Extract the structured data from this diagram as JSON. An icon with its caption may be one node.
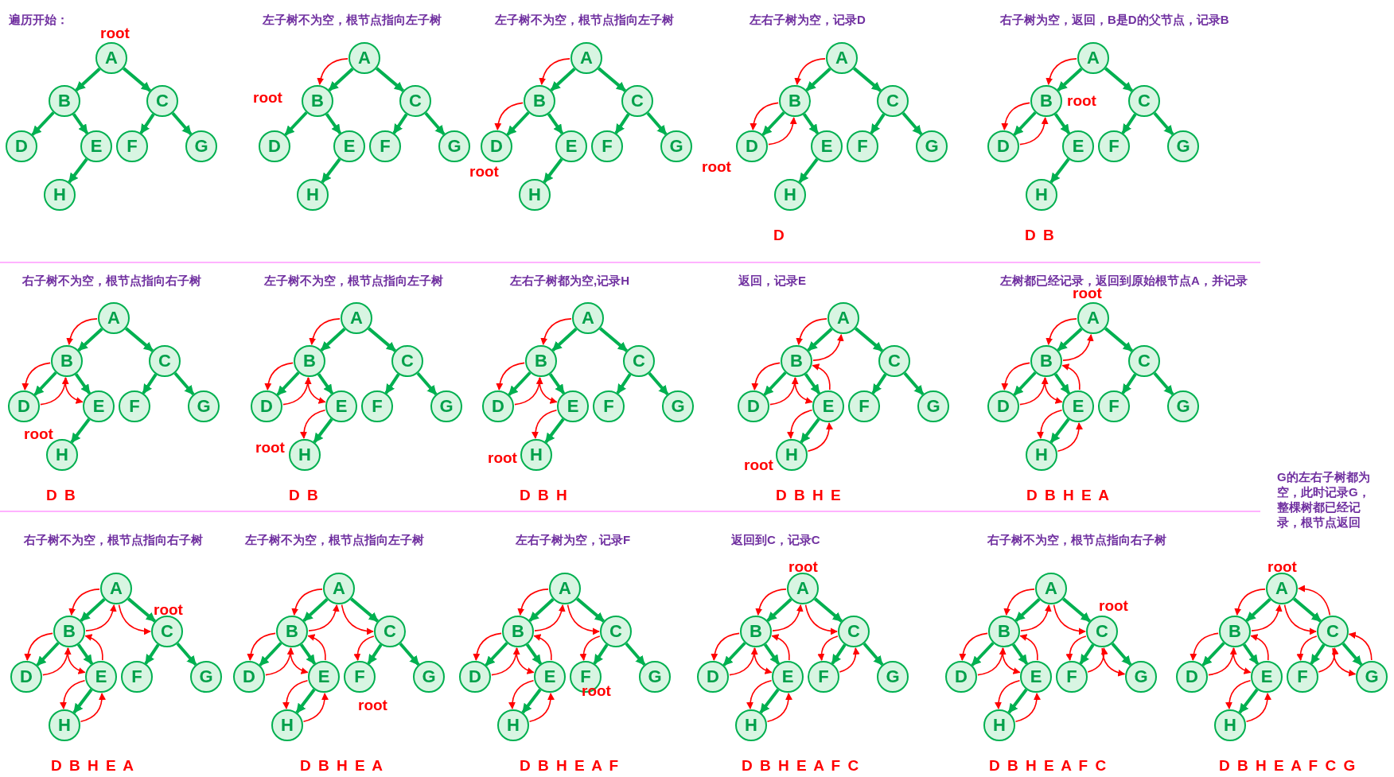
{
  "diagram": {
    "nodes": [
      {
        "text": [
          "A"
        ]
      },
      {
        "text": [
          "B"
        ]
      },
      {
        "text": [
          "C"
        ]
      },
      {
        "text": [
          "D"
        ]
      },
      {
        "text": [
          "E"
        ]
      },
      {
        "text": [
          "F"
        ]
      },
      {
        "text": [
          "G"
        ]
      },
      {
        "text": [
          "H"
        ]
      },
      {
        "text": [
          "A"
        ]
      },
      {
        "text": [
          "B"
        ]
      },
      {
        "text": [
          "C"
        ]
      },
      {
        "text": [
          "D"
        ]
      },
      {
        "text": [
          "E"
        ]
      },
      {
        "text": [
          "F"
        ]
      },
      {
        "text": [
          "G"
        ]
      },
      {
        "text": [
          "H"
        ]
      },
      {
        "text": [
          "A"
        ]
      },
      {
        "text": [
          "B"
        ]
      },
      {
        "text": [
          "C"
        ]
      },
      {
        "text": [
          "D"
        ]
      },
      {
        "text": [
          "E"
        ]
      },
      {
        "text": [
          "F"
        ]
      },
      {
        "text": [
          "G"
        ]
      },
      {
        "text": [
          "H"
        ]
      },
      {
        "text": [
          "A"
        ]
      },
      {
        "text": [
          "B"
        ]
      },
      {
        "text": [
          "C"
        ]
      },
      {
        "text": [
          "D"
        ]
      },
      {
        "text": [
          "E"
        ]
      },
      {
        "text": [
          "F"
        ]
      },
      {
        "text": [
          "G"
        ]
      },
      {
        "text": [
          "H"
        ]
      },
      {
        "text": [
          "A"
        ]
      },
      {
        "text": [
          "B"
        ]
      },
      {
        "text": [
          "C"
        ]
      },
      {
        "text": [
          "D"
        ]
      },
      {
        "text": [
          "E"
        ]
      },
      {
        "text": [
          "F"
        ]
      },
      {
        "text": [
          "G"
        ]
      },
      {
        "text": [
          "H"
        ]
      },
      {
        "text": [
          "A"
        ]
      },
      {
        "text": [
          "B"
        ]
      },
      {
        "text": [
          "C"
        ]
      },
      {
        "text": [
          "D"
        ]
      },
      {
        "text": [
          "E"
        ]
      },
      {
        "text": [
          "F"
        ]
      },
      {
        "text": [
          "G"
        ]
      },
      {
        "text": [
          "H"
        ]
      },
      {
        "text": [
          "A"
        ]
      },
      {
        "text": [
          "B"
        ]
      },
      {
        "text": [
          "C"
        ]
      },
      {
        "text": [
          "D"
        ]
      },
      {
        "text": [
          "E"
        ]
      },
      {
        "text": [
          "F"
        ]
      },
      {
        "text": [
          "G"
        ]
      },
      {
        "text": [
          "H"
        ]
      },
      {
        "text": [
          "A"
        ]
      },
      {
        "text": [
          "B"
        ]
      },
      {
        "text": [
          "C"
        ]
      },
      {
        "text": [
          "D"
        ]
      },
      {
        "text": [
          "E"
        ]
      },
      {
        "text": [
          "F"
        ]
      },
      {
        "text": [
          "G"
        ]
      },
      {
        "text": [
          "H"
        ]
      },
      {
        "text": [
          "A"
        ]
      },
      {
        "text": [
          "B"
        ]
      },
      {
        "text": [
          "C"
        ]
      },
      {
        "text": [
          "D"
        ]
      },
      {
        "text": [
          "E"
        ]
      },
      {
        "text": [
          "F"
        ]
      },
      {
        "text": [
          "G"
        ]
      },
      {
        "text": [
          "H"
        ]
      },
      {
        "text": [
          "A"
        ]
      },
      {
        "text": [
          "B"
        ]
      },
      {
        "text": [
          "C"
        ]
      },
      {
        "text": [
          "D"
        ]
      },
      {
        "text": [
          "E"
        ]
      },
      {
        "text": [
          "F"
        ]
      },
      {
        "text": [
          "G"
        ]
      },
      {
        "text": [
          "H"
        ]
      },
      {
        "text": [
          "A"
        ]
      },
      {
        "text": [
          "B"
        ]
      },
      {
        "text": [
          "C"
        ]
      },
      {
        "text": [
          "D"
        ]
      },
      {
        "text": [
          "E"
        ]
      },
      {
        "text": [
          "F"
        ]
      },
      {
        "text": [
          "G"
        ]
      },
      {
        "text": [
          "H"
        ]
      },
      {
        "text": [
          "A"
        ]
      },
      {
        "text": [
          "B"
        ]
      },
      {
        "text": [
          "C"
        ]
      },
      {
        "text": [
          "D"
        ]
      },
      {
        "text": [
          "E"
        ]
      },
      {
        "text": [
          "F"
        ]
      },
      {
        "text": [
          "G"
        ]
      },
      {
        "text": [
          "H"
        ]
      },
      {
        "text": [
          "A"
        ]
      },
      {
        "text": [
          "B"
        ]
      },
      {
        "text": [
          "C"
        ]
      },
      {
        "text": [
          "D"
        ]
      },
      {
        "text": [
          "E"
        ]
      },
      {
        "text": [
          "F"
        ]
      },
      {
        "text": [
          "G"
        ]
      },
      {
        "text": [
          "H"
        ]
      },
      {
        "text": [
          "A"
        ]
      },
      {
        "text": [
          "B"
        ]
      },
      {
        "text": [
          "C"
        ]
      },
      {
        "text": [
          "D"
        ]
      },
      {
        "text": [
          "E"
        ]
      },
      {
        "text": [
          "F"
        ]
      },
      {
        "text": [
          "G"
        ]
      },
      {
        "text": [
          "H"
        ]
      },
      {
        "text": [
          "A"
        ]
      },
      {
        "text": [
          "B"
        ]
      },
      {
        "text": [
          "C"
        ]
      },
      {
        "text": [
          "D"
        ]
      },
      {
        "text": [
          "E"
        ]
      },
      {
        "text": [
          "F"
        ]
      },
      {
        "text": [
          "G"
        ]
      },
      {
        "text": [
          "H"
        ]
      },
      {
        "text": [
          "A"
        ]
      },
      {
        "text": [
          "B"
        ]
      },
      {
        "text": [
          "C"
        ]
      },
      {
        "text": [
          "D"
        ]
      },
      {
        "text": [
          "E"
        ]
      },
      {
        "text": [
          "F"
        ]
      },
      {
        "text": [
          "G"
        ]
      },
      {
        "text": [
          "H"
        ]
      }
    ],
    "edges": [
      {
        "from": 0,
        "to": 1,
        "arrow": "to"
      },
      {
        "from": 0,
        "to": 2,
        "arrow": "to"
      },
      {
        "from": 1,
        "to": 3,
        "arrow": "to"
      },
      {
        "from": 1,
        "to": 4,
        "arrow": "to"
      },
      {
        "from": 2,
        "to": 5,
        "arrow": "to"
      },
      {
        "from": 2,
        "to": 6,
        "arrow": "to"
      },
      {
        "from": 4,
        "to": 7,
        "arrow": "to"
      },
      {
        "from": 8,
        "to": 9,
        "arrow": "to"
      },
      {
        "from": 8,
        "to": 10,
        "arrow": "to"
      },
      {
        "from": 9,
        "to": 11,
        "arrow": "to"
      },
      {
        "from": 9,
        "to": 12,
        "arrow": "to"
      },
      {
        "from": 10,
        "to": 13,
        "arrow": "to"
      },
      {
        "from": 10,
        "to": 14,
        "arrow": "to"
      },
      {
        "from": 12,
        "to": 15,
        "arrow": "to"
      },
      {
        "from": 8,
        "to": 9,
        "arrow": "to",
        "color": "#ff0000"
      },
      {
        "from": 16,
        "to": 17,
        "arrow": "to"
      },
      {
        "from": 16,
        "to": 18,
        "arrow": "to"
      },
      {
        "from": 17,
        "to": 19,
        "arrow": "to"
      },
      {
        "from": 17,
        "to": 20,
        "arrow": "to"
      },
      {
        "from": 18,
        "to": 21,
        "arrow": "to"
      },
      {
        "from": 18,
        "to": 22,
        "arrow": "to"
      },
      {
        "from": 20,
        "to": 23,
        "arrow": "to"
      },
      {
        "from": 16,
        "to": 17,
        "arrow": "to",
        "color": "#ff0000"
      },
      {
        "from": 17,
        "to": 19,
        "arrow": "to",
        "color": "#ff0000"
      },
      {
        "from": 24,
        "to": 25,
        "arrow": "to"
      },
      {
        "from": 24,
        "to": 26,
        "arrow": "to"
      },
      {
        "from": 25,
        "to": 27,
        "arrow": "to"
      },
      {
        "from": 25,
        "to": 28,
        "arrow": "to"
      },
      {
        "from": 26,
        "to": 29,
        "arrow": "to"
      },
      {
        "from": 26,
        "to": 30,
        "arrow": "to"
      },
      {
        "from": 28,
        "to": 31,
        "arrow": "to"
      },
      {
        "from": 24,
        "to": 25,
        "arrow": "to",
        "color": "#ff0000"
      },
      {
        "from": 25,
        "to": 27,
        "arrow": "to",
        "color": "#ff0000"
      },
      {
        "from": 27,
        "to": 25,
        "arrow": "to",
        "color": "#ff0000"
      },
      {
        "from": 32,
        "to": 33,
        "arrow": "to"
      },
      {
        "from": 32,
        "to": 34,
        "arrow": "to"
      },
      {
        "from": 33,
        "to": 35,
        "arrow": "to"
      },
      {
        "from": 33,
        "to": 36,
        "arrow": "to"
      },
      {
        "from": 34,
        "to": 37,
        "arrow": "to"
      },
      {
        "from": 34,
        "to": 38,
        "arrow": "to"
      },
      {
        "from": 36,
        "to": 39,
        "arrow": "to"
      },
      {
        "from": 32,
        "to": 33,
        "arrow": "to",
        "color": "#ff0000"
      },
      {
        "from": 33,
        "to": 35,
        "arrow": "to",
        "color": "#ff0000"
      },
      {
        "from": 35,
        "to": 33,
        "arrow": "to",
        "color": "#ff0000"
      },
      {
        "from": 40,
        "to": 41,
        "arrow": "to"
      },
      {
        "from": 40,
        "to": 42,
        "arrow": "to"
      },
      {
        "from": 41,
        "to": 43,
        "arrow": "to"
      },
      {
        "from": 41,
        "to": 44,
        "arrow": "to"
      },
      {
        "from": 42,
        "to": 45,
        "arrow": "to"
      },
      {
        "from": 42,
        "to": 46,
        "arrow": "to"
      },
      {
        "from": 44,
        "to": 47,
        "arrow": "to"
      },
      {
        "from": 40,
        "to": 41,
        "arrow": "to",
        "color": "#ff0000"
      },
      {
        "from": 41,
        "to": 43,
        "arrow": "to",
        "color": "#ff0000"
      },
      {
        "from": 43,
        "to": 41,
        "arrow": "to",
        "color": "#ff0000"
      },
      {
        "from": 41,
        "to": 44,
        "arrow": "to",
        "color": "#ff0000"
      },
      {
        "from": 48,
        "to": 49,
        "arrow": "to"
      },
      {
        "from": 48,
        "to": 50,
        "arrow": "to"
      },
      {
        "from": 49,
        "to": 51,
        "arrow": "to"
      },
      {
        "from": 49,
        "to": 52,
        "arrow": "to"
      },
      {
        "from": 50,
        "to": 53,
        "arrow": "to"
      },
      {
        "from": 50,
        "to": 54,
        "arrow": "to"
      },
      {
        "from": 52,
        "to": 55,
        "arrow": "to"
      },
      {
        "from": 48,
        "to": 49,
        "arrow": "to",
        "color": "#ff0000"
      },
      {
        "from": 49,
        "to": 51,
        "arrow": "to",
        "color": "#ff0000"
      },
      {
        "from": 51,
        "to": 49,
        "arrow": "to",
        "color": "#ff0000"
      },
      {
        "from": 49,
        "to": 52,
        "arrow": "to",
        "color": "#ff0000"
      },
      {
        "from": 52,
        "to": 55,
        "arrow": "to",
        "color": "#ff0000"
      },
      {
        "from": 56,
        "to": 57,
        "arrow": "to"
      },
      {
        "from": 56,
        "to": 58,
        "arrow": "to"
      },
      {
        "from": 57,
        "to": 59,
        "arrow": "to"
      },
      {
        "from": 57,
        "to": 60,
        "arrow": "to"
      },
      {
        "from": 58,
        "to": 61,
        "arrow": "to"
      },
      {
        "from": 58,
        "to": 62,
        "arrow": "to"
      },
      {
        "from": 60,
        "to": 63,
        "arrow": "to"
      },
      {
        "from": 56,
        "to": 57,
        "arrow": "to",
        "color": "#ff0000"
      },
      {
        "from": 57,
        "to": 59,
        "arrow": "to",
        "color": "#ff0000"
      },
      {
        "from": 59,
        "to": 57,
        "arrow": "to",
        "color": "#ff0000"
      },
      {
        "from": 57,
        "to": 60,
        "arrow": "to",
        "color": "#ff0000"
      },
      {
        "from": 60,
        "to": 63,
        "arrow": "to",
        "color": "#ff0000"
      },
      {
        "from": 64,
        "to": 65,
        "arrow": "to"
      },
      {
        "from": 64,
        "to": 66,
        "arrow": "to"
      },
      {
        "from": 65,
        "to": 67,
        "arrow": "to"
      },
      {
        "from": 65,
        "to": 68,
        "arrow": "to"
      },
      {
        "from": 66,
        "to": 69,
        "arrow": "to"
      },
      {
        "from": 66,
        "to": 70,
        "arrow": "to"
      },
      {
        "from": 68,
        "to": 71,
        "arrow": "to"
      },
      {
        "from": 64,
        "to": 65,
        "arrow": "to",
        "color": "#ff0000"
      },
      {
        "from": 65,
        "to": 67,
        "arrow": "to",
        "color": "#ff0000"
      },
      {
        "from": 67,
        "to": 65,
        "arrow": "to",
        "color": "#ff0000"
      },
      {
        "from": 65,
        "to": 68,
        "arrow": "to",
        "color": "#ff0000"
      },
      {
        "from": 68,
        "to": 71,
        "arrow": "to",
        "color": "#ff0000"
      },
      {
        "from": 71,
        "to": 68,
        "arrow": "to",
        "color": "#ff0000"
      },
      {
        "from": 68,
        "to": 65,
        "arrow": "to",
        "color": "#ff0000"
      },
      {
        "from": 65,
        "to": 64,
        "arrow": "to",
        "color": "#ff0000"
      },
      {
        "from": 72,
        "to": 73,
        "arrow": "to"
      },
      {
        "from": 72,
        "to": 74,
        "arrow": "to"
      },
      {
        "from": 73,
        "to": 75,
        "arrow": "to"
      },
      {
        "from": 73,
        "to": 76,
        "arrow": "to"
      },
      {
        "from": 74,
        "to": 77,
        "arrow": "to"
      },
      {
        "from": 74,
        "to": 78,
        "arrow": "to"
      },
      {
        "from": 76,
        "to": 79,
        "arrow": "to"
      },
      {
        "from": 72,
        "to": 73,
        "arrow": "to",
        "color": "#ff0000"
      },
      {
        "from": 73,
        "to": 75,
        "arrow": "to",
        "color": "#ff0000"
      },
      {
        "from": 75,
        "to": 73,
        "arrow": "to",
        "color": "#ff0000"
      },
      {
        "from": 73,
        "to": 76,
        "arrow": "to",
        "color": "#ff0000"
      },
      {
        "from": 76,
        "to": 79,
        "arrow": "to",
        "color": "#ff0000"
      },
      {
        "from": 79,
        "to": 76,
        "arrow": "to",
        "color": "#ff0000"
      },
      {
        "from": 76,
        "to": 73,
        "arrow": "to",
        "color": "#ff0000"
      },
      {
        "from": 73,
        "to": 72,
        "arrow": "to",
        "color": "#ff0000"
      },
      {
        "from": 80,
        "to": 81,
        "arrow": "to"
      },
      {
        "from": 80,
        "to": 82,
        "arrow": "to"
      },
      {
        "from": 81,
        "to": 83,
        "arrow": "to"
      },
      {
        "from": 81,
        "to": 84,
        "arrow": "to"
      },
      {
        "from": 82,
        "to": 85,
        "arrow": "to"
      },
      {
        "from": 82,
        "to": 86,
        "arrow": "to"
      },
      {
        "from": 84,
        "to": 87,
        "arrow": "to"
      },
      {
        "from": 80,
        "to": 81,
        "arrow": "to",
        "color": "#ff0000"
      },
      {
        "from": 81,
        "to": 83,
        "arrow": "to",
        "color": "#ff0000"
      },
      {
        "from": 83,
        "to": 81,
        "arrow": "to",
        "color": "#ff0000"
      },
      {
        "from": 81,
        "to": 84,
        "arrow": "to",
        "color": "#ff0000"
      },
      {
        "from": 84,
        "to": 87,
        "arrow": "to",
        "color": "#ff0000"
      },
      {
        "from": 87,
        "to": 84,
        "arrow": "to",
        "color": "#ff0000"
      },
      {
        "from": 84,
        "to": 81,
        "arrow": "to",
        "color": "#ff0000"
      },
      {
        "from": 81,
        "to": 80,
        "arrow": "to",
        "color": "#ff0000"
      },
      {
        "from": 80,
        "to": 82,
        "arrow": "to",
        "color": "#ff0000"
      },
      {
        "from": 88,
        "to": 89,
        "arrow": "to"
      },
      {
        "from": 88,
        "to": 90,
        "arrow": "to"
      },
      {
        "from": 89,
        "to": 91,
        "arrow": "to"
      },
      {
        "from": 89,
        "to": 92,
        "arrow": "to"
      },
      {
        "from": 90,
        "to": 93,
        "arrow": "to"
      },
      {
        "from": 90,
        "to": 94,
        "arrow": "to"
      },
      {
        "from": 92,
        "to": 95,
        "arrow": "to"
      },
      {
        "from": 88,
        "to": 89,
        "arrow": "to",
        "color": "#ff0000"
      },
      {
        "from": 89,
        "to": 91,
        "arrow": "to",
        "color": "#ff0000"
      },
      {
        "from": 91,
        "to": 89,
        "arrow": "to",
        "color": "#ff0000"
      },
      {
        "from": 89,
        "to": 92,
        "arrow": "to",
        "color": "#ff0000"
      },
      {
        "from": 92,
        "to": 95,
        "arrow": "to",
        "color": "#ff0000"
      },
      {
        "from": 95,
        "to": 92,
        "arrow": "to",
        "color": "#ff0000"
      },
      {
        "from": 92,
        "to": 89,
        "arrow": "to",
        "color": "#ff0000"
      },
      {
        "from": 89,
        "to": 88,
        "arrow": "to",
        "color": "#ff0000"
      },
      {
        "from": 88,
        "to": 90,
        "arrow": "to",
        "color": "#ff0000"
      },
      {
        "from": 90,
        "to": 93,
        "arrow": "to",
        "color": "#ff0000"
      },
      {
        "from": 96,
        "to": 97,
        "arrow": "to"
      },
      {
        "from": 96,
        "to": 98,
        "arrow": "to"
      },
      {
        "from": 97,
        "to": 99,
        "arrow": "to"
      },
      {
        "from": 97,
        "to": 100,
        "arrow": "to"
      },
      {
        "from": 98,
        "to": 101,
        "arrow": "to"
      },
      {
        "from": 98,
        "to": 102,
        "arrow": "to"
      },
      {
        "from": 100,
        "to": 103,
        "arrow": "to"
      },
      {
        "from": 96,
        "to": 97,
        "arrow": "to",
        "color": "#ff0000"
      },
      {
        "from": 97,
        "to": 99,
        "arrow": "to",
        "color": "#ff0000"
      },
      {
        "from": 99,
        "to": 97,
        "arrow": "to",
        "color": "#ff0000"
      },
      {
        "from": 97,
        "to": 100,
        "arrow": "to",
        "color": "#ff0000"
      },
      {
        "from": 100,
        "to": 103,
        "arrow": "to",
        "color": "#ff0000"
      },
      {
        "from": 103,
        "to": 100,
        "arrow": "to",
        "color": "#ff0000"
      },
      {
        "from": 100,
        "to": 97,
        "arrow": "to",
        "color": "#ff0000"
      },
      {
        "from": 97,
        "to": 96,
        "arrow": "to",
        "color": "#ff0000"
      },
      {
        "from": 96,
        "to": 98,
        "arrow": "to",
        "color": "#ff0000"
      },
      {
        "from": 98,
        "to": 101,
        "arrow": "to",
        "color": "#ff0000"
      },
      {
        "from": 104,
        "to": 105,
        "arrow": "to"
      },
      {
        "from": 104,
        "to": 106,
        "arrow": "to"
      },
      {
        "from": 105,
        "to": 107,
        "arrow": "to"
      },
      {
        "from": 105,
        "to": 108,
        "arrow": "to"
      },
      {
        "from": 106,
        "to": 109,
        "arrow": "to"
      },
      {
        "from": 106,
        "to": 110,
        "arrow": "to"
      },
      {
        "from": 108,
        "to": 111,
        "arrow": "to"
      },
      {
        "from": 104,
        "to": 105,
        "arrow": "to",
        "color": "#ff0000"
      },
      {
        "from": 105,
        "to": 107,
        "arrow": "to",
        "color": "#ff0000"
      },
      {
        "from": 107,
        "to": 105,
        "arrow": "to",
        "color": "#ff0000"
      },
      {
        "from": 105,
        "to": 108,
        "arrow": "to",
        "color": "#ff0000"
      },
      {
        "from": 108,
        "to": 111,
        "arrow": "to",
        "color": "#ff0000"
      },
      {
        "from": 111,
        "to": 108,
        "arrow": "to",
        "color": "#ff0000"
      },
      {
        "from": 108,
        "to": 105,
        "arrow": "to",
        "color": "#ff0000"
      },
      {
        "from": 105,
        "to": 104,
        "arrow": "to",
        "color": "#ff0000"
      },
      {
        "from": 104,
        "to": 106,
        "arrow": "to",
        "color": "#ff0000"
      },
      {
        "from": 106,
        "to": 109,
        "arrow": "to",
        "color": "#ff0000"
      },
      {
        "from": 109,
        "to": 106,
        "arrow": "to",
        "color": "#ff0000"
      },
      {
        "from": 112,
        "to": 113,
        "arrow": "to"
      },
      {
        "from": 112,
        "to": 114,
        "arrow": "to"
      },
      {
        "from": 113,
        "to": 115,
        "arrow": "to"
      },
      {
        "from": 113,
        "to": 116,
        "arrow": "to"
      },
      {
        "from": 114,
        "to": 117,
        "arrow": "to"
      },
      {
        "from": 114,
        "to": 118,
        "arrow": "to"
      },
      {
        "from": 116,
        "to": 119,
        "arrow": "to"
      },
      {
        "from": 112,
        "to": 113,
        "arrow": "to",
        "color": "#ff0000"
      },
      {
        "from": 113,
        "to": 115,
        "arrow": "to",
        "color": "#ff0000"
      },
      {
        "from": 115,
        "to": 113,
        "arrow": "to",
        "color": "#ff0000"
      },
      {
        "from": 113,
        "to": 116,
        "arrow": "to",
        "color": "#ff0000"
      },
      {
        "from": 116,
        "to": 119,
        "arrow": "to",
        "color": "#ff0000"
      },
      {
        "from": 119,
        "to": 116,
        "arrow": "to",
        "color": "#ff0000"
      },
      {
        "from": 116,
        "to": 113,
        "arrow": "to",
        "color": "#ff0000"
      },
      {
        "from": 113,
        "to": 112,
        "arrow": "to",
        "color": "#ff0000"
      },
      {
        "from": 112,
        "to": 114,
        "arrow": "to",
        "color": "#ff0000"
      },
      {
        "from": 114,
        "to": 117,
        "arrow": "to",
        "color": "#ff0000"
      },
      {
        "from": 117,
        "to": 114,
        "arrow": "to",
        "color": "#ff0000"
      },
      {
        "from": 114,
        "to": 118,
        "arrow": "to",
        "color": "#ff0000"
      },
      {
        "from": 120,
        "to": 121,
        "arrow": "to"
      },
      {
        "from": 120,
        "to": 122,
        "arrow": "to"
      },
      {
        "from": 121,
        "to": 123,
        "arrow": "to"
      },
      {
        "from": 121,
        "to": 124,
        "arrow": "to"
      },
      {
        "from": 122,
        "to": 125,
        "arrow": "to"
      },
      {
        "from": 122,
        "to": 126,
        "arrow": "to"
      },
      {
        "from": 124,
        "to": 127,
        "arrow": "to"
      },
      {
        "from": 120,
        "to": 121,
        "arrow": "to",
        "color": "#ff0000"
      },
      {
        "from": 121,
        "to": 123,
        "arrow": "to",
        "color": "#ff0000"
      },
      {
        "from": 123,
        "to": 121,
        "arrow": "to",
        "color": "#ff0000"
      },
      {
        "from": 121,
        "to": 124,
        "arrow": "to",
        "color": "#ff0000"
      },
      {
        "from": 124,
        "to": 127,
        "arrow": "to",
        "color": "#ff0000"
      },
      {
        "from": 127,
        "to": 124,
        "arrow": "to",
        "color": "#ff0000"
      },
      {
        "from": 124,
        "to": 121,
        "arrow": "to",
        "color": "#ff0000"
      },
      {
        "from": 121,
        "to": 120,
        "arrow": "to",
        "color": "#ff0000"
      },
      {
        "from": 120,
        "to": 122,
        "arrow": "to",
        "color": "#ff0000"
      },
      {
        "from": 122,
        "to": 125,
        "arrow": "to",
        "color": "#ff0000"
      },
      {
        "from": 125,
        "to": 122,
        "arrow": "to",
        "color": "#ff0000"
      },
      {
        "from": 122,
        "to": 126,
        "arrow": "to",
        "color": "#ff0000"
      },
      {
        "from": 126,
        "to": 122,
        "arrow": "to",
        "color": "#ff0000"
      },
      {
        "from": 122,
        "to": 120,
        "arrow": "to",
        "color": "#ff0000"
      }
    ],
    "labels": [
      "遍历开始：",
      "root",
      "左子树不为空，根节点指向左子树",
      "root",
      "左子树不为空，根节点指向左子树",
      "root",
      "左右子树为空，记录D",
      "root",
      "D",
      "右子树为空，返回，B是D的父节点，记录B",
      "root",
      "D B",
      "右子树不为空，根节点指向右子树",
      "root",
      "D B",
      "左子树不为空，根节点指向左子树",
      "root",
      "D B",
      "左右子树都为空,记录H",
      "root",
      "D B H",
      "返回，记录E",
      "root",
      "D B H E",
      "左树都已经记录，返回到原始根节点A，并记录",
      "root",
      "D B H E A",
      "右子树不为空，根节点指向右子树",
      "root",
      "D B H E A",
      "左子树不为空，根节点指向左子树",
      "root",
      "D B H E A",
      "左右子树为空，记录F",
      "root",
      "D B H E A F",
      "返回到C，记录C",
      "root",
      "D B H E A F C",
      "右子树不为空，根节点指向右子树",
      "root",
      "D B H E A F C",
      "G的左右子树都为空，此时记录G，整棵树都已经记录，根节点返回",
      "root",
      "D B H E A F C G"
    ]
  }
}
